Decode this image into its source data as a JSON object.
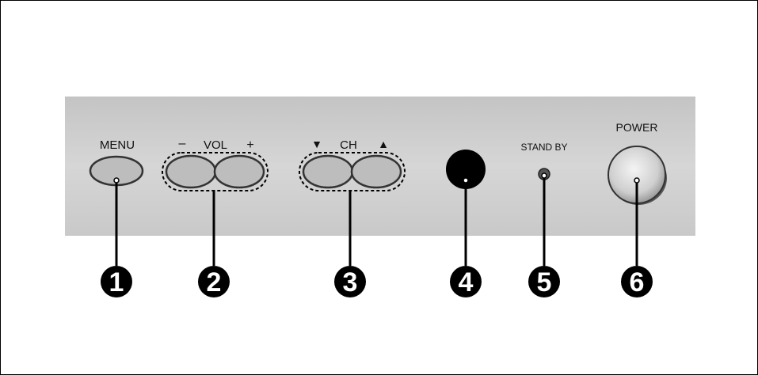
{
  "panel": {
    "menu_label": "MENU",
    "vol_minus": "–",
    "vol_label": "VOL",
    "vol_plus": "+",
    "ch_down": "▼",
    "ch_label": "CH",
    "ch_up": "▲",
    "standby_label": "STAND BY",
    "power_label": "POWER"
  },
  "callouts": [
    "1",
    "2",
    "3",
    "4",
    "5",
    "6"
  ],
  "colors": {
    "panel": "#c8c8c8",
    "button": "#bdbdbd",
    "sensor": "#000000",
    "callout": "#000000"
  }
}
